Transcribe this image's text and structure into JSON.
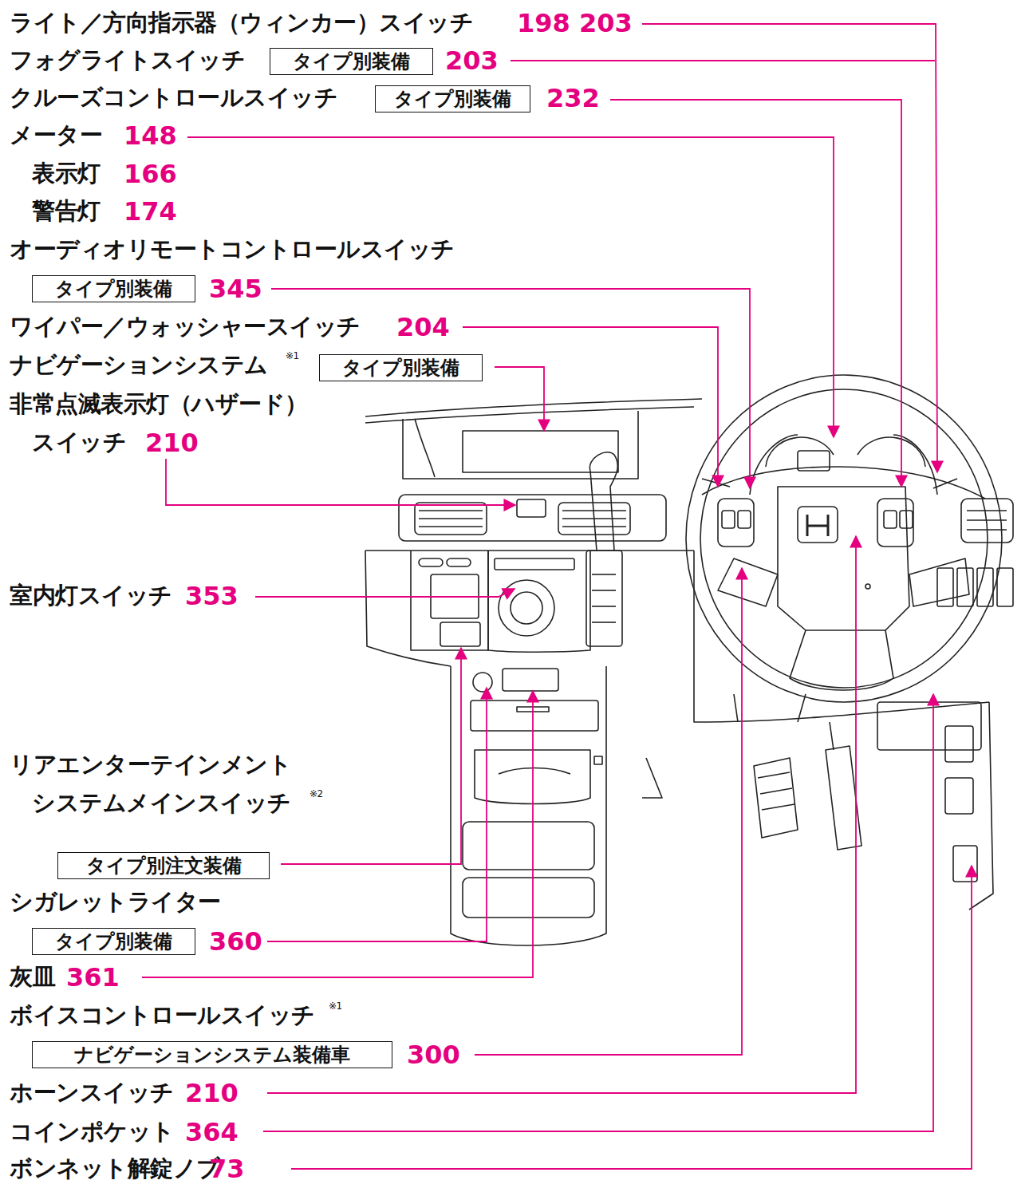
{
  "diagram": {
    "nodes": [
      {
        "text": [
          "タイプ別装備"
        ]
      },
      {
        "text": [
          "タイプ別装備"
        ]
      },
      {
        "text": [
          "タイプ別装備"
        ]
      },
      {
        "text": [
          "タイプ別装備"
        ]
      },
      {
        "text": [
          "タイプ別注文装備"
        ]
      },
      {
        "text": [
          "タイプ別装備"
        ]
      },
      {
        "text": [
          "ナビゲーションシステム装備車"
        ]
      }
    ],
    "labels": [
      "ライト／方向指示器（ウィンカー）スイッチ",
      "198 203",
      "フォグライトスイッチ",
      "203",
      "クルーズコントロールスイッチ",
      "232",
      "メーター",
      "148",
      "表示灯",
      "166",
      "警告灯",
      "174",
      "オーディオリモートコントロールスイッチ",
      "345",
      "ワイパー／ウォッシャースイッチ",
      "204",
      "ナビゲーションシステム",
      "※1",
      "非常点滅表示灯（ハザード）",
      "スイッチ",
      "210",
      "室内灯スイッチ",
      "353",
      "リアエンターテインメント",
      "システムメインスイッチ",
      "※2",
      "シガレットライター",
      "360",
      "灰皿",
      "361",
      "ボイスコントロールスイッチ",
      "※1",
      "300",
      "ホーンスイッチ",
      "210",
      "コインポケット",
      "364",
      "ボンネット解錠ノブ",
      "73"
    ]
  }
}
